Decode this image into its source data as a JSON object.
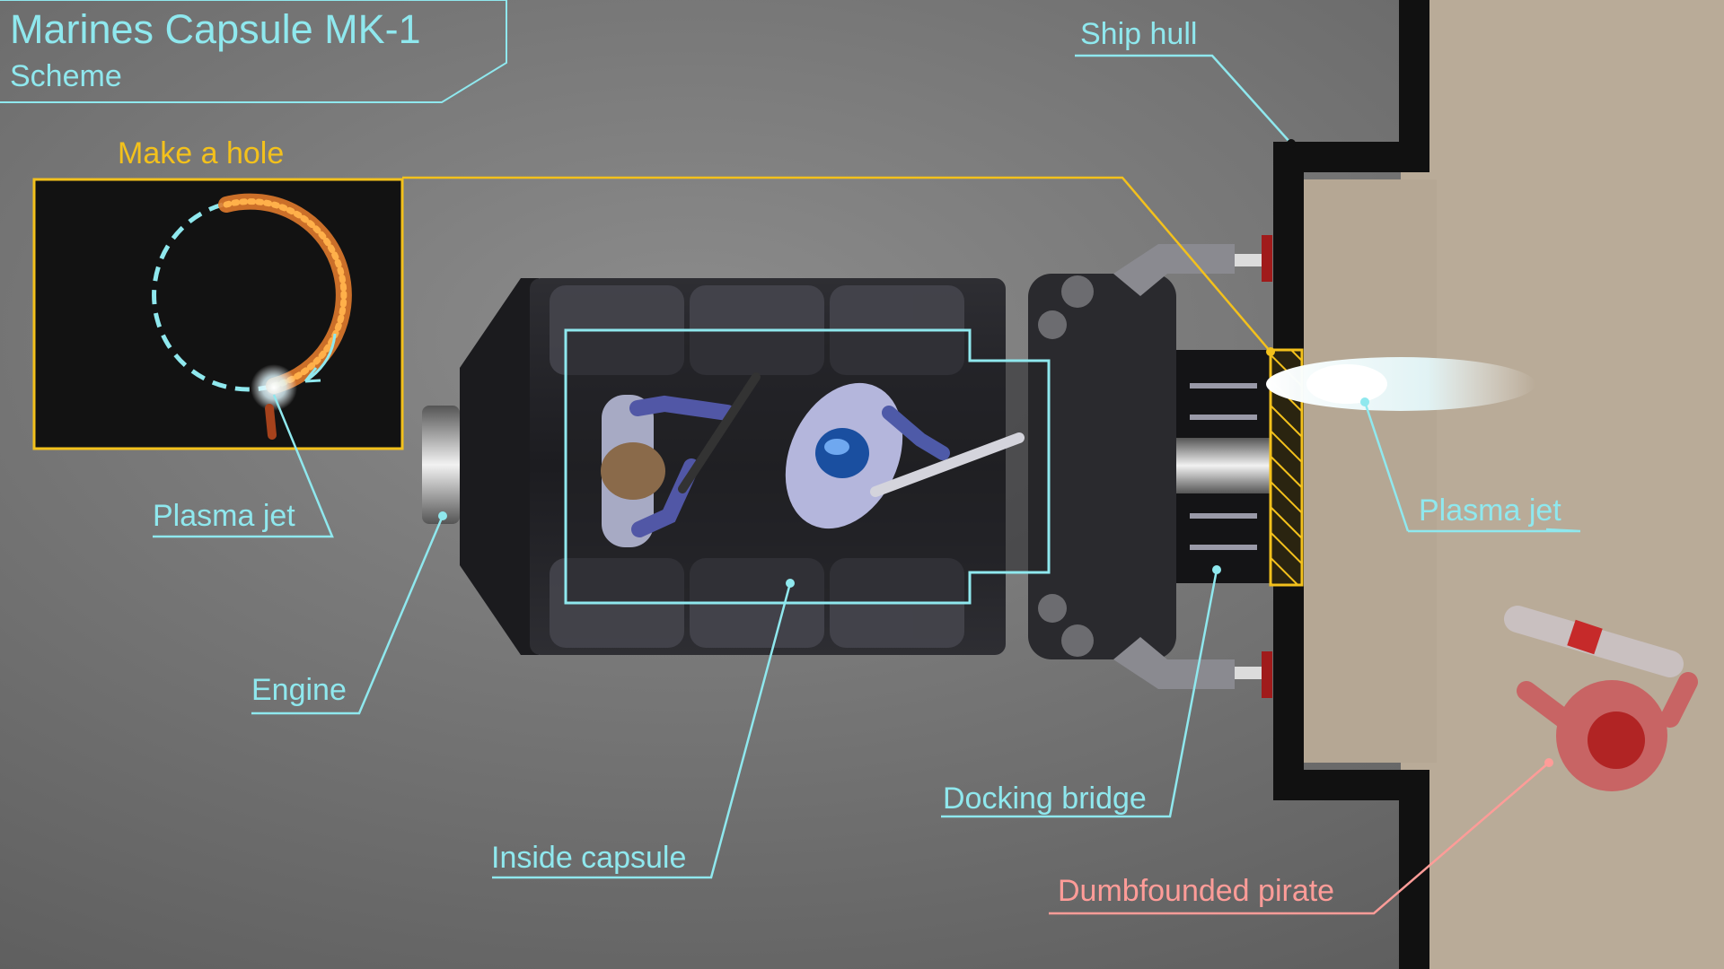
{
  "title": "Marines Capsule MK-1",
  "subtitle": "Scheme",
  "labels": {
    "make_hole": "Make a hole",
    "ship_hull": "Ship hull",
    "plasma_jet_inset": "Plasma jet",
    "plasma_jet": "Plasma jet",
    "engine": "Engine",
    "docking_bridge": "Docking bridge",
    "inside_capsule": "Inside capsule",
    "pirate": "Dumbfounded pirate"
  },
  "colors": {
    "callout_cyan": "#8fe8ee",
    "callout_gold": "#f3c11c",
    "callout_pink": "#ff9c98",
    "background": "#6f6f6f",
    "ship_floor": "#b8aa98",
    "hull": "#111111"
  }
}
